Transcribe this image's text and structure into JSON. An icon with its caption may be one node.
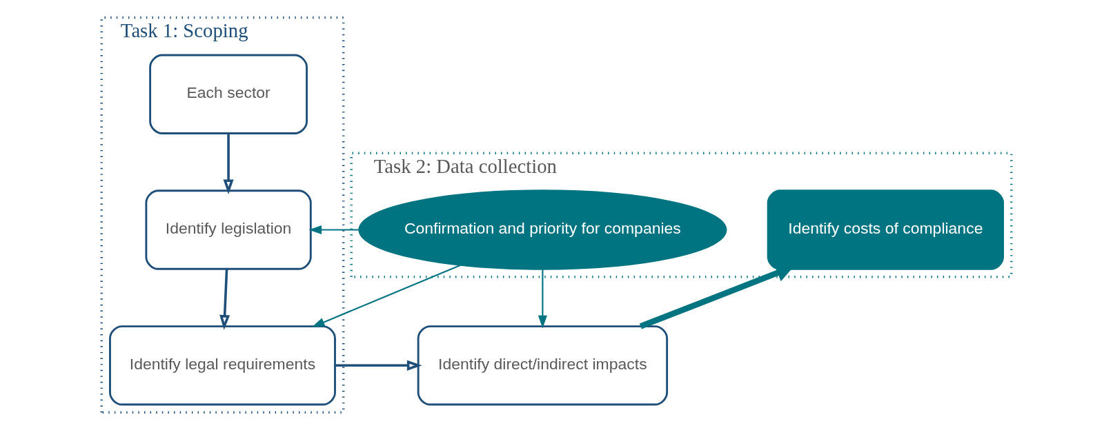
{
  "diagram": {
    "nodes": [
      {
        "text": [
          "Task 1: Scoping"
        ]
      },
      {
        "text": [
          "Task 2: Data collection"
        ]
      },
      {
        "text": [
          "Each sector"
        ],
        "in": 0
      },
      {
        "text": [
          "Confirmation and priority for companies"
        ],
        "in": 1
      },
      {
        "text": [
          "Identify legislation"
        ],
        "in": 0
      },
      {
        "text": [
          "Identify legal requirements"
        ],
        "in": 0
      },
      {
        "text": [
          "Identify direct/indirect impacts"
        ]
      },
      {
        "text": [
          "Identify costs of compliance"
        ],
        "in": 1
      }
    ],
    "edges": [
      {
        "from": 2,
        "to": 4,
        "arrow": "to"
      },
      {
        "from": 4,
        "to": 5,
        "arrow": "to"
      },
      {
        "from": 5,
        "to": 6,
        "arrow": "to"
      },
      {
        "from": 6,
        "to": 7,
        "arrow": "to",
        "style": "thick",
        "color": "#007480"
      },
      {
        "from": 3,
        "to": 4,
        "arrow": "to",
        "color": "#007480"
      },
      {
        "from": 3,
        "to": 5,
        "arrow": "to",
        "color": "#007480"
      },
      {
        "from": 3,
        "to": 6,
        "arrow": "to",
        "color": "#007480"
      }
    ]
  }
}
